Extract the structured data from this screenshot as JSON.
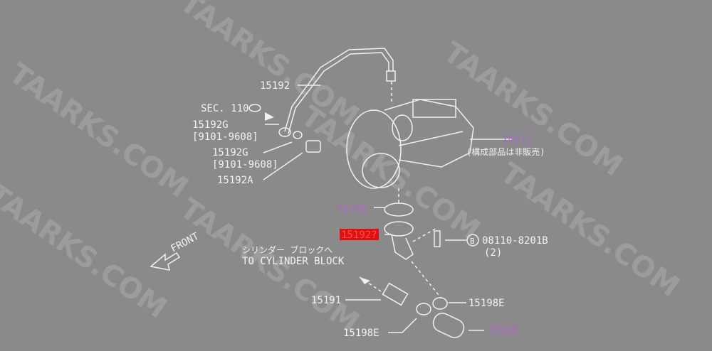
{
  "watermark": "TAARKS.COM",
  "labels": {
    "pipe": "15192",
    "sec": "SEC. 110",
    "gasket_1": "15192G",
    "gasket_1_range": "[9101-9608]",
    "gasket_2": "15192G",
    "gasket_2_range": "[9101-9608]",
    "bolt": "15192A",
    "turbo": "14411",
    "turbo_note": "(構成部品は非販売)",
    "gasket_turbo": "15196",
    "oil_return": "15192?",
    "bolt_part": "08110-8201B",
    "bolt_qty": "(2)",
    "front": "FRONT",
    "to_block_jp": "シリンダー ブロックへ",
    "to_block": "TO CYLINDER BLOCK",
    "connector": "15191",
    "clamp_1": "15198E",
    "clamp_2": "15198E",
    "hose": "15199",
    "b_mark": "B"
  },
  "colors": {
    "background": "#8a8a8a",
    "highlight_purple": "#b066c8",
    "highlight_red": "#e01010"
  }
}
